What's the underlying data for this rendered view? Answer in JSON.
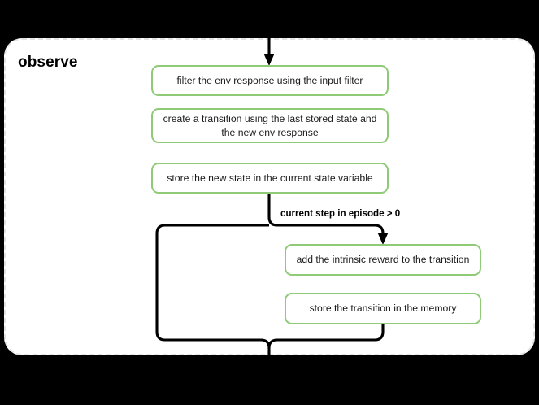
{
  "diagram": {
    "title": "observe",
    "type": "flowchart",
    "background_color": "#000000",
    "container_fill": "#ffffff",
    "container_border_color": "#e3e3e3",
    "node_border_color": "#8fcb77",
    "edge_color": "#000000",
    "nodes": [
      {
        "id": "filter-env-response",
        "label": "filter the env response using the input filter"
      },
      {
        "id": "create-transition",
        "label": "create a transition using the last stored state and the new env response"
      },
      {
        "id": "store-new-state",
        "label": "store the new state in the current state variable"
      },
      {
        "id": "add-intrinsic-reward",
        "label": "add the intrinsic reward to the transition"
      },
      {
        "id": "store-transition",
        "label": "store the transition in the memory"
      }
    ],
    "edge_labels": [
      {
        "id": "condition",
        "label": "current step in episode > 0"
      }
    ]
  }
}
